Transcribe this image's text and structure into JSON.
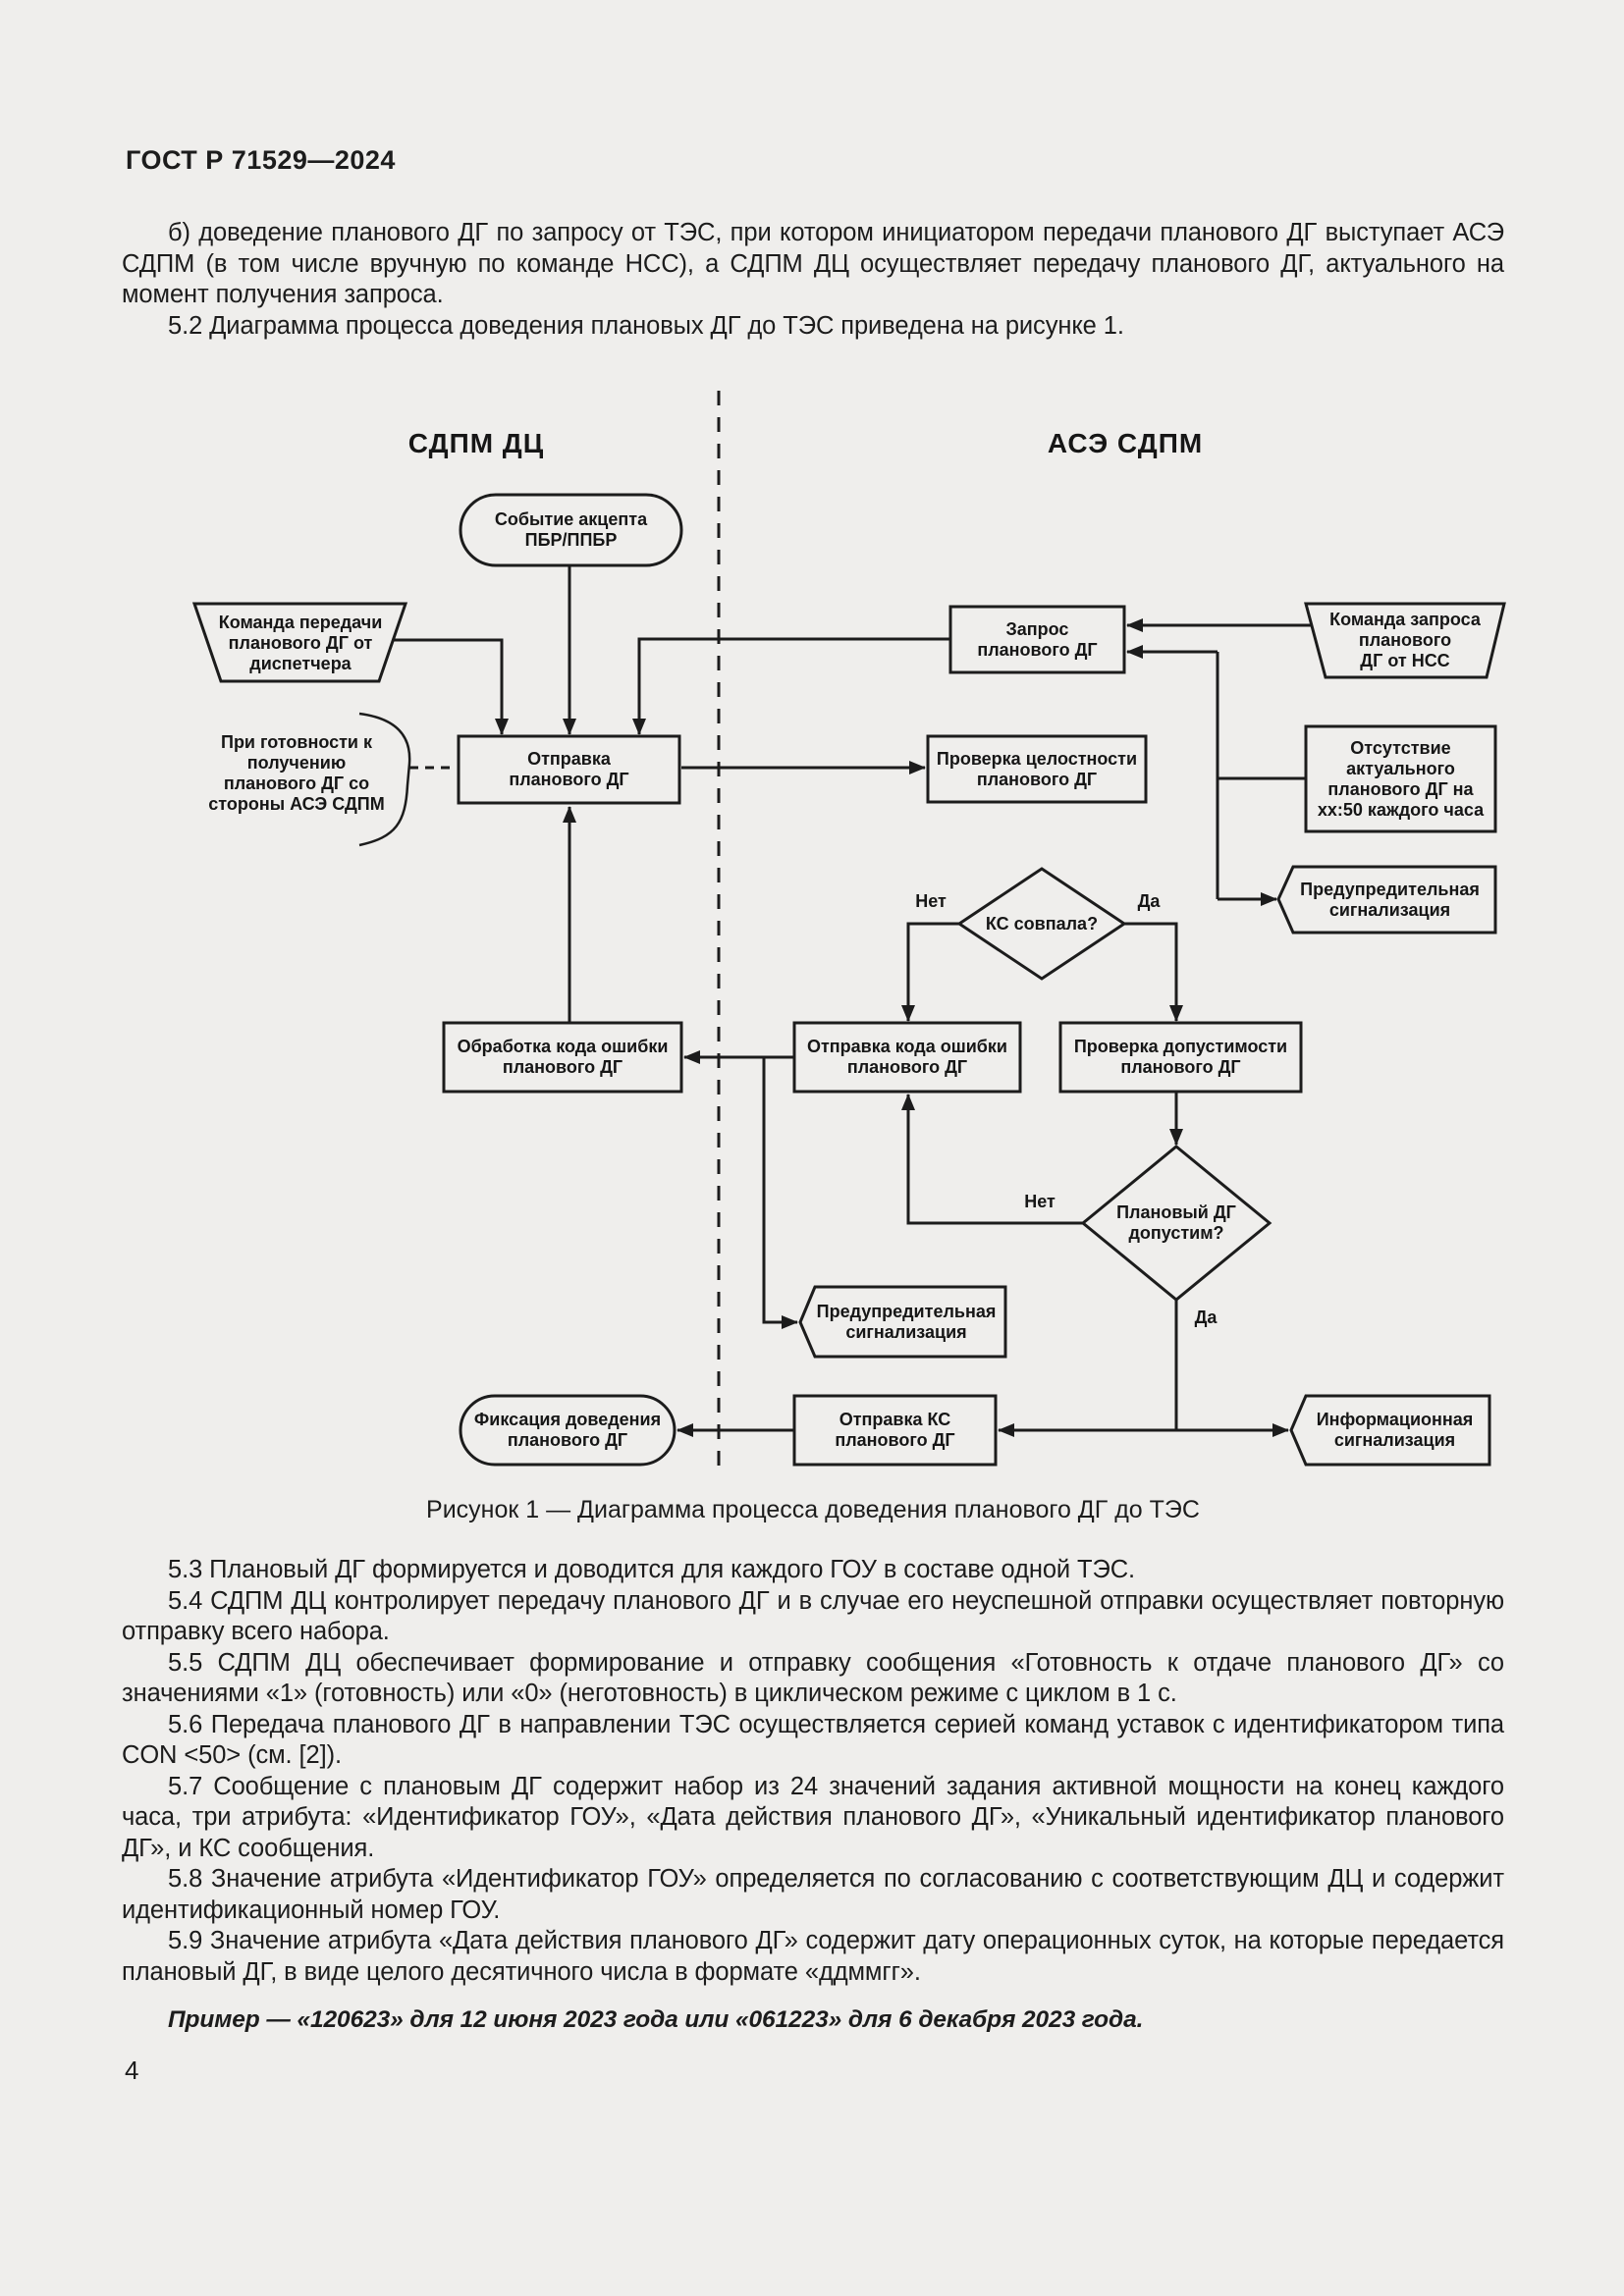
{
  "page": {
    "code": "ГОСТ Р 71529—2024",
    "number": "4",
    "paper_color": "#efeeec",
    "ink_color": "#1c1c1c"
  },
  "text": {
    "para_b": "б) доведение планового ДГ по запросу от ТЭС, при котором инициатором передачи планового ДГ выступает АСЭ СДПМ (в том числе вручную по команде НСС), а СДПМ ДЦ осуществляет передачу планового ДГ, актуального на момент получения запроса.",
    "para_52": "5.2 Диаграмма процесса доведения плановых ДГ до ТЭС приведена на рисунке 1.",
    "caption": "Рисунок 1 — Диаграмма процесса доведения планового ДГ до ТЭС",
    "para_53": "5.3 Плановый ДГ формируется и доводится для каждого ГОУ в составе одной ТЭС.",
    "para_54": "5.4 СДПМ ДЦ контролирует передачу планового ДГ и в случае его неуспешной отправки осуществляет повторную отправку всего набора.",
    "para_55": "5.5 СДПМ ДЦ обеспечивает формирование и отправку сообщения «Готовность к отдаче планового ДГ» со значениями «1» (готовность) или «0» (неготовность) в циклическом режиме с циклом в 1 с.",
    "para_56": "5.6 Передача планового ДГ в направлении ТЭС осуществляется серией команд уставок с идентификатором типа CON <50> (см. [2]).",
    "para_57": "5.7 Сообщение с плановым ДГ содержит набор из 24 значений задания активной мощности на конец каждого часа, три атрибута: «Идентификатор ГОУ», «Дата действия планового ДГ», «Уникальный идентификатор планового ДГ», и КС сообщения.",
    "para_58": "5.8 Значение атрибута «Идентификатор ГОУ» определяется по согласованию с соответствующим ДЦ и содержит идентификационный номер ГОУ.",
    "para_59": "5.9 Значение атрибута «Дата действия планового ДГ» содержит дату операционных суток, на которые передается плановый ДГ, в виде целого десятичного числа в формате «ддммгг».",
    "example": "Пример — «120623» для 12 июня 2023 года или «061223» для 6 декабря 2023 года."
  },
  "diagram": {
    "lane_left": "СДПМ ДЦ",
    "lane_right": "АСЭ СДПМ",
    "nodes": {
      "event_accept": "Событие акцепта\nПБР/ППБР",
      "cmd_dispatcher": "Команда передачи\nпланового ДГ от\nдиспетчера",
      "comment_ready": "При готовности к\nполучению\nпланового ДГ со\nстороны АСЭ СДПМ",
      "send_dg": "Отправка\nпланового ДГ",
      "check_integrity": "Проверка целостности\nпланового ДГ",
      "request_dg": "Запрос\nпланового ДГ",
      "cmd_ncc": "Команда запроса\nпланового\nДГ от НСС",
      "no_actual_dg": "Отсутствие\nактуального\nпланового ДГ на\nxx:50 каждого часа",
      "warn_alarm_top": "Предупредительная\nсигнализация",
      "crc_match": "КС совпала?",
      "process_error": "Обработка кода ошибки\nпланового ДГ",
      "send_error": "Отправка кода ошибки\nпланового ДГ",
      "check_valid": "Проверка допустимости\nпланового ДГ",
      "dg_valid": "Плановый ДГ\nдопустим?",
      "warn_alarm_mid": "Предупредительная\nсигнализация",
      "send_crc": "Отправка КС\nпланового ДГ",
      "fix_delivery": "Фиксация доведения\nпланового ДГ",
      "info_alarm": "Информационная\nсигнализация"
    },
    "labels": {
      "no": "Нет",
      "yes": "Да"
    }
  }
}
